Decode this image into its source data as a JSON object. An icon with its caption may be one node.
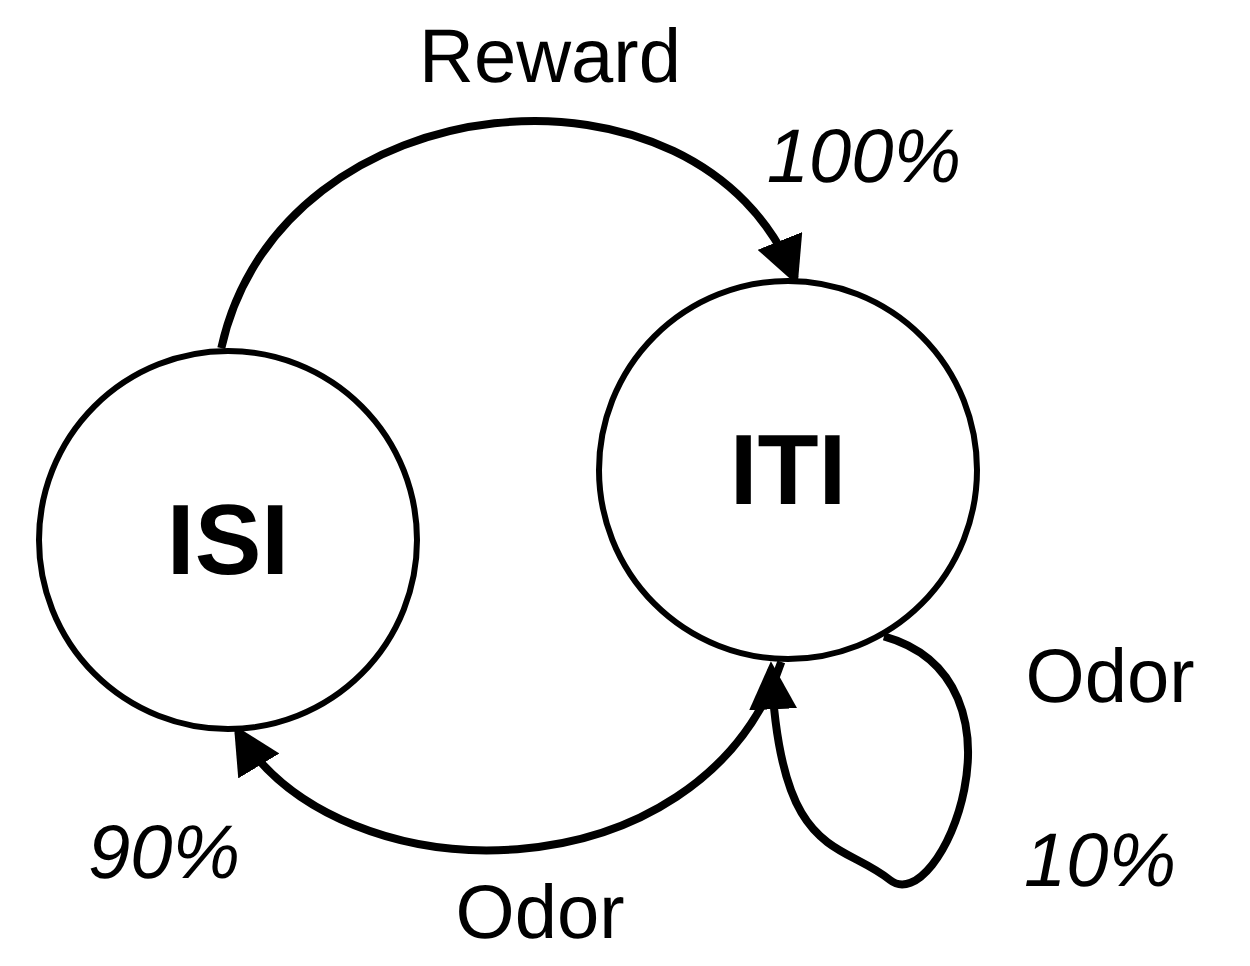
{
  "diagram": {
    "nodes": [
      {
        "text": [
          "ISI"
        ]
      },
      {
        "text": [
          "ITI"
        ]
      }
    ],
    "edges": [
      {
        "from": 0,
        "to": 1,
        "arrow": "to",
        "label": "Reward"
      },
      {
        "from": 1,
        "to": 0,
        "arrow": "to",
        "label": "Odor"
      },
      {
        "from": 1,
        "to": 1,
        "arrow": "to",
        "label": "Odor"
      }
    ],
    "labels": [
      "100%",
      "90%",
      "10%"
    ]
  }
}
